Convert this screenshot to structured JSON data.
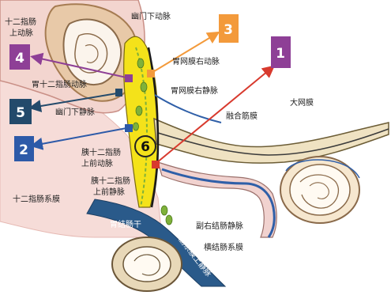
{
  "labels": {
    "duodenal_artery": [
      "十二指肠",
      "上动脉"
    ],
    "pyloric_lower_artery": "幽门下动脉",
    "right_gastroepiploic_artery": "胃网膜右动脉",
    "right_gastroepiploic_vein": "胃网膜右静脉",
    "gastroduodenal_artery": "胃十二指肠动脉",
    "infrapyloric_vein": "幽门下静脉",
    "pancreaticoduodenal_artery": [
      "胰十二指肠",
      "上前动脉"
    ],
    "pancreaticoduodenal_vein": [
      "胰十二指肠",
      "上前静脉"
    ],
    "fusion_fascia": "融合筋膜",
    "greater_omentum": "大网膜",
    "duodenal_mesentery": "十二指肠系膜",
    "gastrocolic_trunk": "胃结肠干",
    "accessory_right_colic_vein": "副右结肠静脉",
    "transverse_mesocolon": "横结肠系膜",
    "sup_mesenteric_vein": "肠系膜上静脉"
  },
  "badges": [
    {
      "num": "1",
      "color": "#8e3f96"
    },
    {
      "num": "2",
      "color": "#2d5aa8"
    },
    {
      "num": "3",
      "color": "#f39a3b"
    },
    {
      "num": "4",
      "color": "#8e3f96"
    },
    {
      "num": "5",
      "color": "#234a6b"
    },
    {
      "num": "6",
      "color": "#f4e21a"
    }
  ],
  "colors": {
    "vein_blue": "#2f5fa8",
    "artery_red": "#d83a2e",
    "fascia_yellow": "#f4e21a",
    "membrane_pink": "#f1d2cf",
    "green_node": "#7fb13a"
  }
}
